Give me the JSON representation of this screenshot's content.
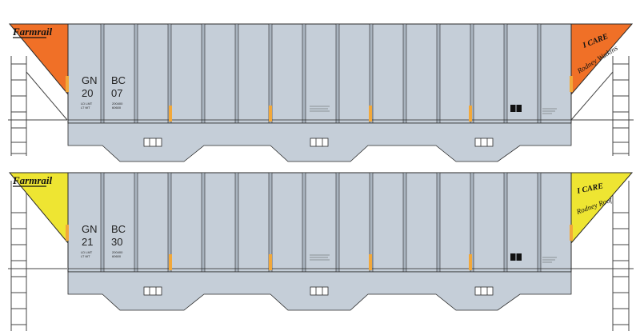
{
  "colors": {
    "body": "#c5ced8",
    "rib_dark": "#a9b3be",
    "outline": "#2a2a2a",
    "accent_yellow_stripe": "#f2a83a",
    "car1_end": "#f07027",
    "car2_end": "#eee532"
  },
  "cars": [
    {
      "brand": "Farmrail",
      "reporting_left": "GN",
      "reporting_right": "BC",
      "number_left": "20",
      "number_right": "07",
      "slogan_line1": "I CARE",
      "slogan_line2": "Rodney Watkins",
      "capy_labels": "LD LMT\nLT WT",
      "capy_values": "200400\n60600"
    },
    {
      "brand": "Farmrail",
      "reporting_left": "GN",
      "reporting_right": "BC",
      "number_left": "21",
      "number_right": "30",
      "slogan_line1": "I CARE",
      "slogan_line2": "Rodney Roof",
      "capy_labels": "LD LMT\nLT WT",
      "capy_values": "200400\n60600"
    }
  ],
  "icons": {
    "hopper_outlet": "outlet-icon",
    "ladder": "ladder-icon"
  }
}
